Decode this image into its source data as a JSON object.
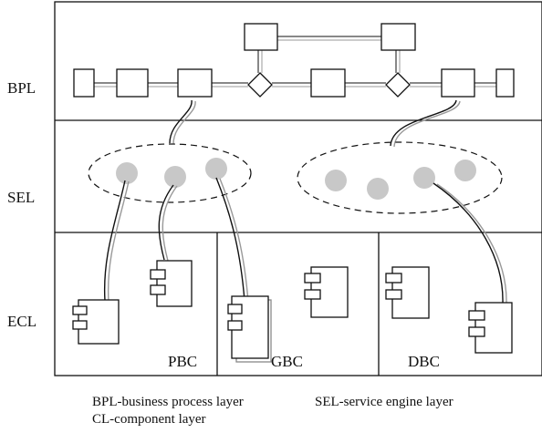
{
  "layers": [
    {
      "id": "bpl",
      "label": "BPL"
    },
    {
      "id": "sel",
      "label": "SEL"
    },
    {
      "id": "ecl",
      "label": "ECL"
    }
  ],
  "ecl_zones": [
    {
      "id": "pbc",
      "label": "PBC"
    },
    {
      "id": "gbc",
      "label": "GBC"
    },
    {
      "id": "dbc",
      "label": "DBC"
    }
  ],
  "legend": {
    "bpl": "BPL-business process layer",
    "sel": "SEL-service engine layer",
    "cl": "CL-component layer"
  },
  "colors": {
    "line": "#111111",
    "service_node": "#c8c8c8",
    "connector_shadow": "#9a9a9a"
  }
}
